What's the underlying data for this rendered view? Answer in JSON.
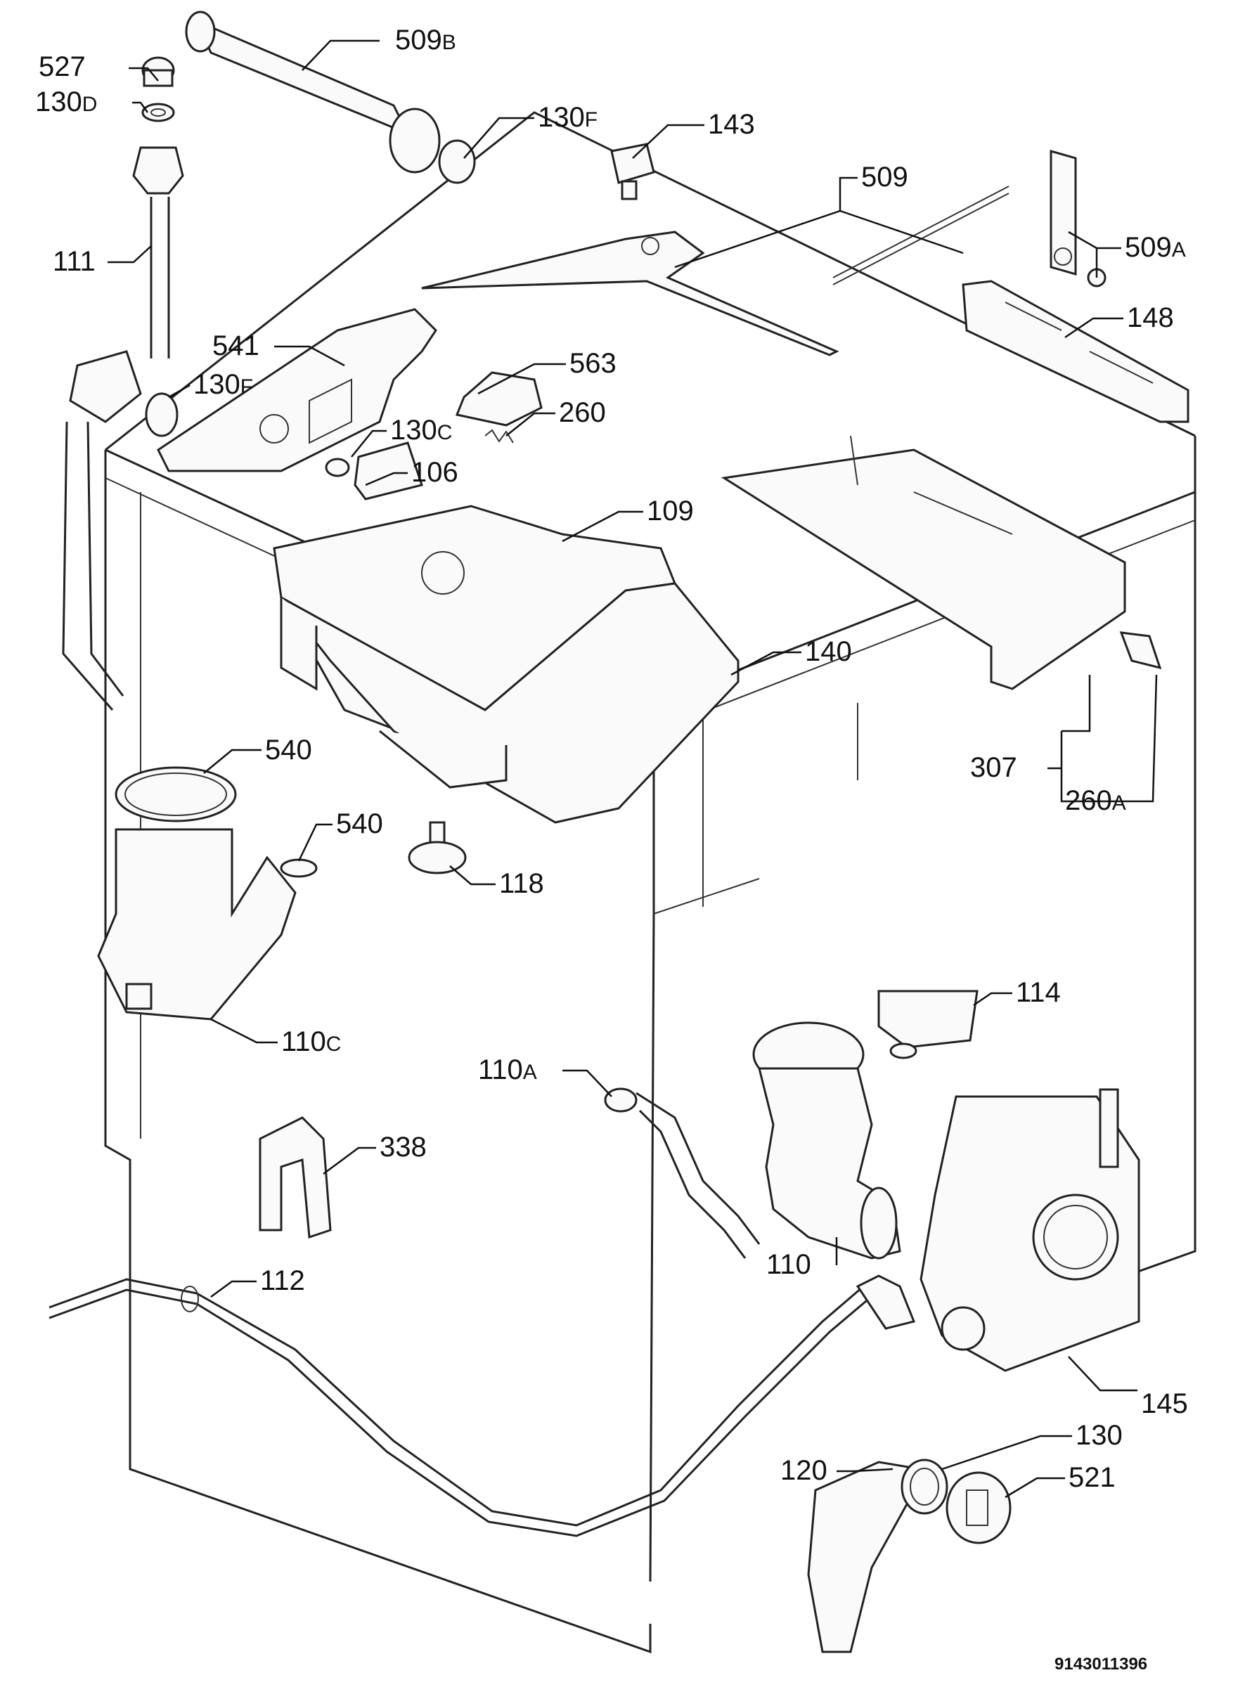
{
  "callouts": [
    {
      "main": "527",
      "sub": ""
    },
    {
      "main": "130",
      "sub": "D"
    },
    {
      "main": "509",
      "sub": "B"
    },
    {
      "main": "130",
      "sub": "F"
    },
    {
      "main": "143",
      "sub": ""
    },
    {
      "main": "509",
      "sub": ""
    },
    {
      "main": "509",
      "sub": "A"
    },
    {
      "main": "111",
      "sub": ""
    },
    {
      "main": "148",
      "sub": ""
    },
    {
      "main": "541",
      "sub": ""
    },
    {
      "main": "563",
      "sub": ""
    },
    {
      "main": "130",
      "sub": "F"
    },
    {
      "main": "260",
      "sub": ""
    },
    {
      "main": "130",
      "sub": "C"
    },
    {
      "main": "106",
      "sub": ""
    },
    {
      "main": "109",
      "sub": ""
    },
    {
      "main": "140",
      "sub": ""
    },
    {
      "main": "540",
      "sub": ""
    },
    {
      "main": "307",
      "sub": ""
    },
    {
      "main": "260",
      "sub": "A"
    },
    {
      "main": "540",
      "sub": ""
    },
    {
      "main": "118",
      "sub": ""
    },
    {
      "main": "114",
      "sub": ""
    },
    {
      "main": "110",
      "sub": "C"
    },
    {
      "main": "110",
      "sub": "A"
    },
    {
      "main": "338",
      "sub": ""
    },
    {
      "main": "110",
      "sub": ""
    },
    {
      "main": "112",
      "sub": ""
    },
    {
      "main": "145",
      "sub": ""
    },
    {
      "main": "130",
      "sub": ""
    },
    {
      "main": "120",
      "sub": ""
    },
    {
      "main": "521",
      "sub": ""
    }
  ],
  "drawing_code": "9143011396"
}
